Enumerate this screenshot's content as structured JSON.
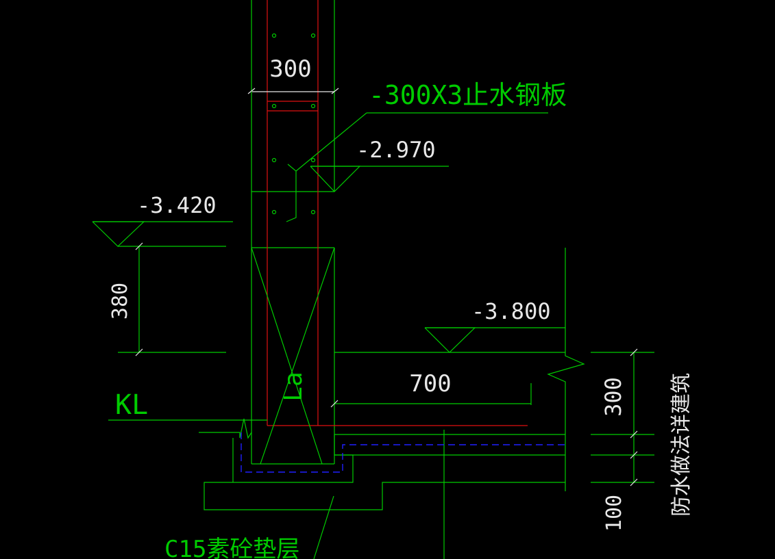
{
  "labels": {
    "dim_300_top": "300",
    "steel_plate": "-300X3止水钢板",
    "elev_2970": "-2.970",
    "elev_3420": "-3.420",
    "dim_380": "380",
    "elev_3800": "-3.800",
    "dim_700": "700",
    "la": "La",
    "kl": "KL",
    "dim_300_right": "300",
    "waterproof": "防水做法详建筑",
    "dim_100": "100",
    "cushion": "C15素砼垫层"
  },
  "colors": {
    "line": "#00cc00",
    "rebar": "#e01010",
    "text": "#e8e8e8",
    "dashed": "#2020ff",
    "background": "#000000"
  }
}
